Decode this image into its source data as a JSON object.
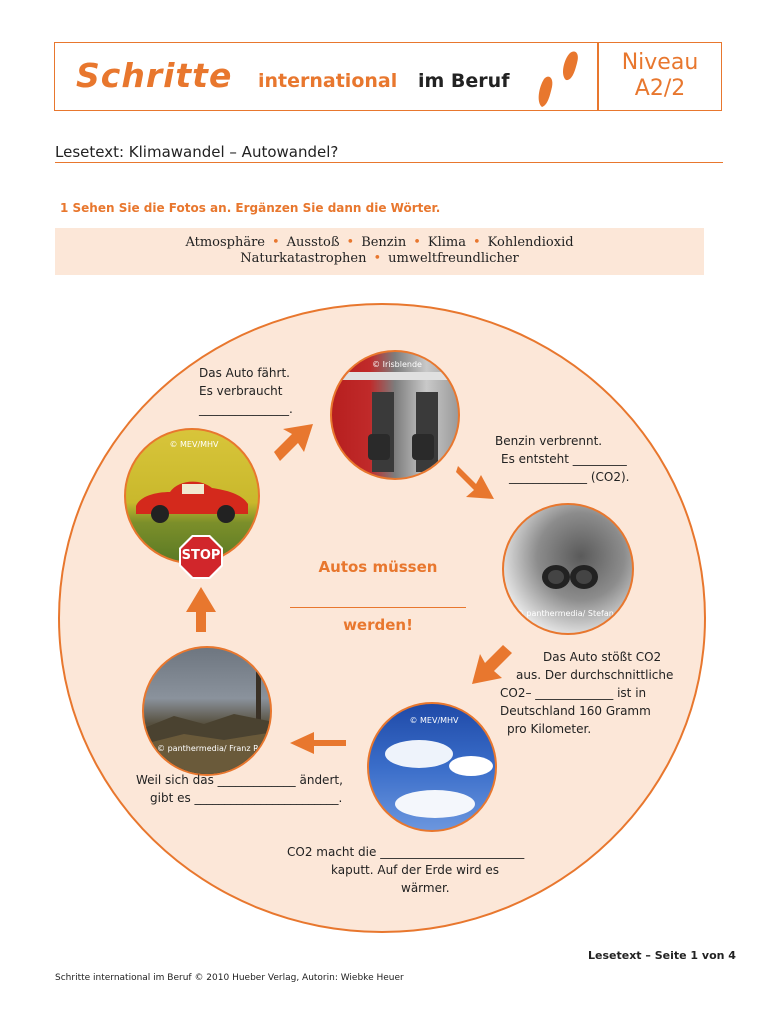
{
  "header": {
    "brand": "Schritte",
    "brand_sub1": "international",
    "brand_sub2": "im Beruf",
    "niveau_label": "Niveau",
    "niveau_value": "A2/2"
  },
  "title": "Lesetext: Klimawandel – Autowandel?",
  "task": "1   Sehen Sie die Fotos an. Ergänzen Sie dann die Wörter.",
  "words": [
    "Atmosphäre",
    "Ausstoß",
    "Benzin",
    "Klima",
    "Kohlendioxid",
    "Naturkatastrophen",
    "umweltfreundlicher"
  ],
  "cycle": {
    "center_top": "Autos müssen",
    "center_bottom": "werden!",
    "stop_sign": "STOP",
    "credits": {
      "car": "© MEV/MHV",
      "pump": "© Irisblende",
      "exhaust": "© panthermedia/ Stefan R.",
      "sky": "© MEV/MHV",
      "landscape": "© panthermedia/ Franz R."
    },
    "text_car": [
      "Das Auto fährt.",
      "Es verbraucht",
      "_______________."
    ],
    "text_pump": [
      "Benzin verbrennt.",
      "Es entsteht _________",
      "_____________ (CO2)."
    ],
    "text_exhaust": [
      "Das Auto stößt CO2",
      "aus. Der durchschnittliche",
      "CO2– _____________ ist in",
      "Deutschland 160 Gramm",
      "pro Kilometer."
    ],
    "text_sky": [
      "CO2 macht die ________________________",
      "kaputt. Auf der Erde wird es",
      "wärmer."
    ],
    "text_landscape": [
      "Weil sich das _____________ ändert,",
      "gibt es ________________________."
    ]
  },
  "footer": {
    "page": "Lesetext – Seite 1 von 4",
    "copyright": "Schritte international im Beruf © 2010 Hueber Verlag, Autorin: Wiebke Heuer"
  },
  "colors": {
    "accent": "#e8772e",
    "fill": "#fce7d8"
  }
}
